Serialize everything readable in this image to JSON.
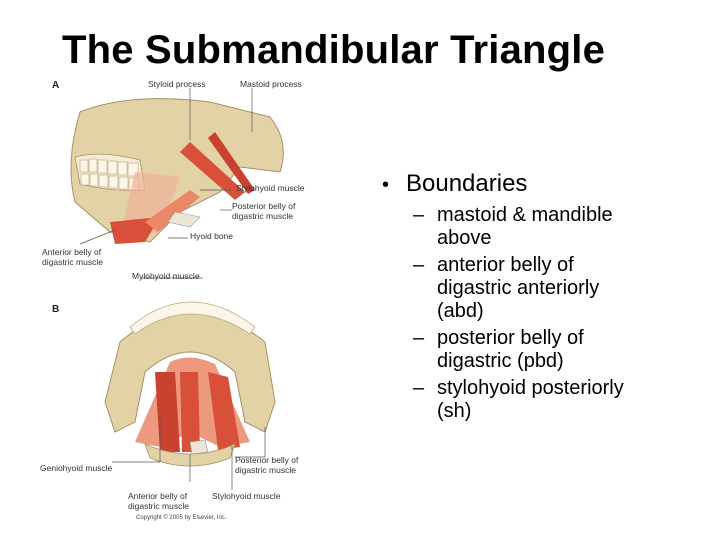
{
  "slide": {
    "title": "The Submandibular Triangle",
    "bullet": {
      "marker": "•",
      "text": "Boundaries"
    },
    "sub_marker": "–",
    "sub_items": [
      {
        "line1": "mastoid & mandible",
        "line2": "above",
        "line3": ""
      },
      {
        "line1": "anterior belly of",
        "line2": "digastric anteriorly",
        "line3": "(abd)"
      },
      {
        "line1": "posterior belly of",
        "line2": "digastric (pbd)",
        "line3": ""
      },
      {
        "line1": "stylohyoid posteriorly",
        "line2": "(sh)",
        "line3": ""
      }
    ]
  },
  "figure": {
    "panel_a": "A",
    "panel_b": "B",
    "labels": {
      "styloid": "Styloid process",
      "mastoid": "Mastoid process",
      "stylohyoid_a": "Stylohyoid muscle",
      "post_belly_a1": "Posterior belly of",
      "post_belly_a2": "digastric muscle",
      "hyoid": "Hyoid bone",
      "ant_belly_a1": "Anterior belly of",
      "ant_belly_a2": "digastric muscle",
      "mylohyoid": "Mylohyoid muscle",
      "geniohyoid": "Geniohyoid muscle",
      "post_belly_b1": "Posterior belly of",
      "post_belly_b2": "digastric muscle",
      "ant_belly_b1": "Anterior belly of",
      "ant_belly_b2": "digastric muscle",
      "stylohyoid_b": "Stylohyoid muscle"
    },
    "copyright": "Copyright © 2005 by Elsevier, Inc.",
    "colors": {
      "bone": "#e3d2a6",
      "muscle": "#d9503a",
      "muscle_light": "#e98766",
      "line": "#555555"
    }
  }
}
